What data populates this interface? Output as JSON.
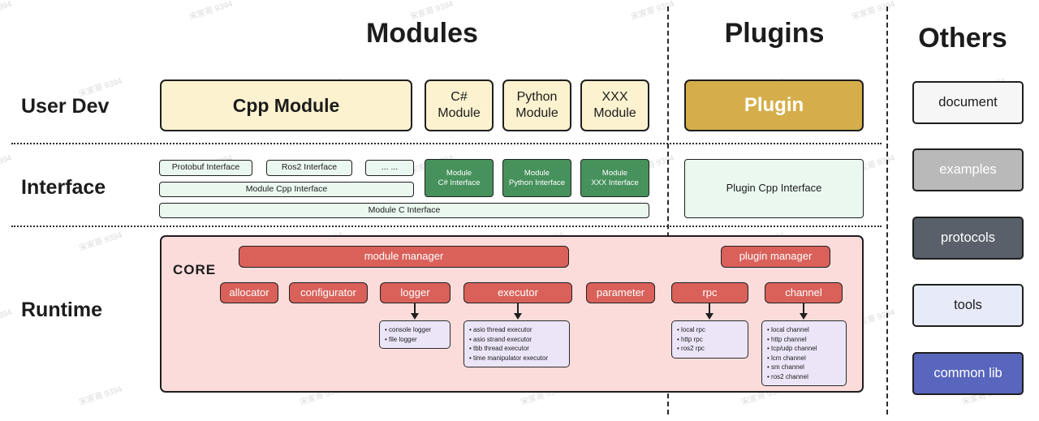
{
  "watermark": {
    "text": "宋家哥 9394"
  },
  "titles": {
    "modules": "Modules",
    "plugins": "Plugins",
    "others": "Others"
  },
  "row_labels": {
    "user_dev": "User Dev",
    "interface": "Interface",
    "runtime": "Runtime"
  },
  "modules": {
    "user_dev": {
      "cpp": "Cpp Module",
      "csharp": "C#\nModule",
      "python": "Python\nModule",
      "xxx": "XXX\nModule"
    },
    "interface": {
      "protobuf": "Protobuf Interface",
      "ros2": "Ros2 Interface",
      "ellipsis": "... ...",
      "module_cpp": "Module Cpp Interface",
      "module_c": "Module C Interface",
      "module_csharp": "Module\nC# Interface",
      "module_python": "Module\nPython Interface",
      "module_xxx": "Module\nXXX Interface"
    }
  },
  "plugins": {
    "plugin": "Plugin",
    "plugin_cpp_interface": "Plugin Cpp Interface"
  },
  "others": {
    "items": [
      {
        "label": "document"
      },
      {
        "label": "examples"
      },
      {
        "label": "protocols"
      },
      {
        "label": "tools"
      },
      {
        "label": "common lib"
      }
    ]
  },
  "runtime": {
    "core_label": "CORE",
    "module_manager": "module manager",
    "plugin_manager": "plugin manager",
    "components": {
      "allocator": "allocator",
      "configurator": "configurator",
      "logger": "logger",
      "executor": "executor",
      "parameter": "parameter",
      "rpc": "rpc",
      "channel": "channel"
    },
    "logger_impls": [
      "console logger",
      "file logger"
    ],
    "executor_impls": [
      "asio thread executor",
      "asio strand executor",
      "tbb thread executor",
      "time manipulator executor"
    ],
    "rpc_impls": [
      "local rpc",
      "http rpc",
      "ros2 rpc"
    ],
    "channel_impls": [
      "local channel",
      "http channel",
      "tcp/udp channel",
      "lcm channel",
      "sm channel",
      "ros2 channel"
    ]
  },
  "colors": {
    "cream": "#fcf2cf",
    "gold": "#d5ae4b",
    "light_green": "#eaf8f0",
    "dark_green": "#47915c",
    "pink_panel": "#fcdcdb",
    "red_box": "#d9615a",
    "lavender": "#ece5f8",
    "gray": "#b9b9b9",
    "slate": "#596069",
    "indigo": "#5866bd"
  }
}
